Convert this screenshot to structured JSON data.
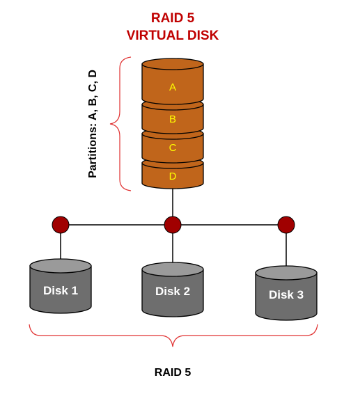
{
  "title": {
    "line1": "RAID 5",
    "line2": "VIRTUAL DISK"
  },
  "partitions_label": "Partitions: A, B, C, D",
  "partitions": [
    {
      "label": "A"
    },
    {
      "label": "B"
    },
    {
      "label": "C"
    },
    {
      "label": "D"
    }
  ],
  "disks": [
    {
      "label": "Disk 1"
    },
    {
      "label": "Disk 2"
    },
    {
      "label": "Disk 3"
    }
  ],
  "bottom_label": "RAID 5",
  "colors": {
    "title": "#c00000",
    "partition_fill": "#c0651b",
    "partition_text": "#ffff00",
    "disk_fill": "#6e6e6e",
    "disk_top": "#9a9a9a",
    "disk_text": "#ffffff",
    "node_fill": "#a00000",
    "brace": "#e03030",
    "line": "#000000"
  }
}
